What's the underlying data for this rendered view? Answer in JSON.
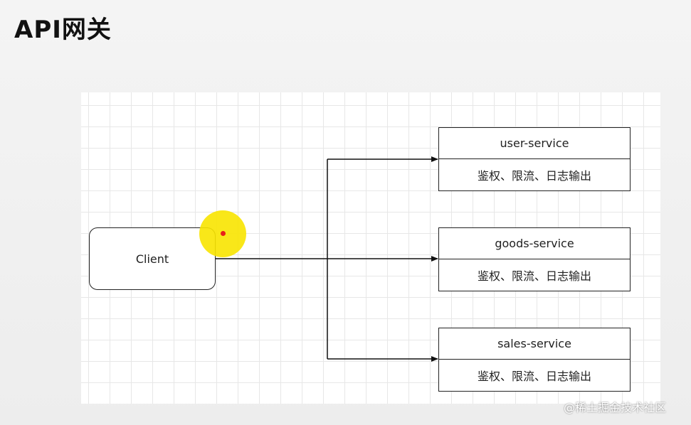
{
  "title": "API网关",
  "client": {
    "label": "Client"
  },
  "services": [
    {
      "name": "user-service",
      "features": "鉴权、限流、日志输出"
    },
    {
      "name": "goods-service",
      "features": "鉴权、限流、日志输出"
    },
    {
      "name": "sales-service",
      "features": "鉴权、限流、日志输出"
    }
  ],
  "watermark": "@稀土掘金技术社区",
  "colors": {
    "cursor_highlight": "#f8e400",
    "cursor_dot": "#e8201a",
    "line": "#111111"
  }
}
